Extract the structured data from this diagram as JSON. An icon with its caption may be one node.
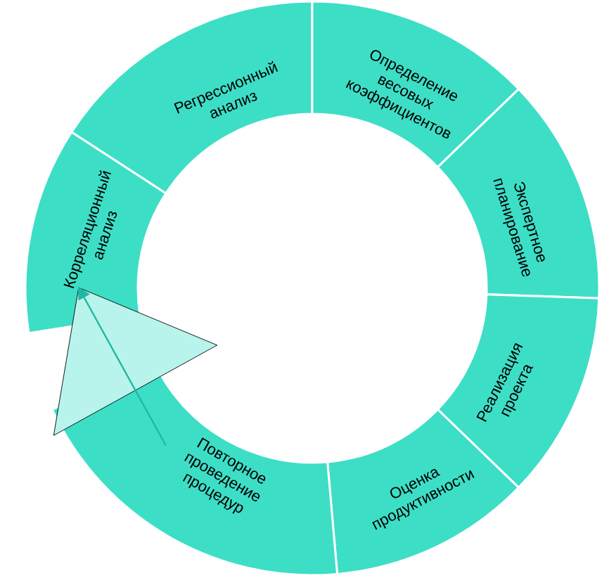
{
  "diagram": {
    "nodes": [
      {
        "text": [
          "Корреляционный анализ"
        ]
      },
      {
        "text": [
          "Регрессионный анализ"
        ]
      },
      {
        "text": [
          "Определение весовых коэффициентов"
        ]
      },
      {
        "text": [
          "Экспертное планирование"
        ]
      },
      {
        "text": [
          "Реализация проекта"
        ]
      },
      {
        "text": [
          "Оценка продуктивности"
        ]
      },
      {
        "text": [
          "Повторное проведение процедур"
        ]
      }
    ],
    "edges": [
      {
        "from": 6,
        "to": 0,
        "arrow": "to"
      }
    ]
  }
}
